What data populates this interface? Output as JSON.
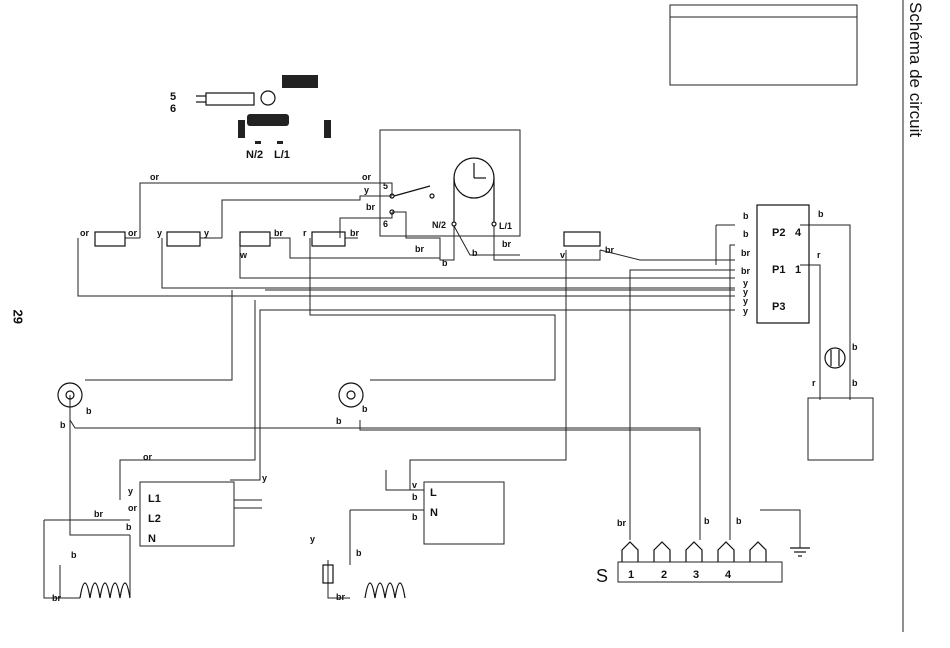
{
  "page": {
    "title": "Schéma de circuit",
    "page_number": "29"
  },
  "top_component": {
    "pin5": "5",
    "pin6": "6",
    "n2": "N/2",
    "l1": "L/1"
  },
  "timer": {
    "pin5": "5",
    "pin6": "6",
    "n2": "N/2",
    "l1": "L/1"
  },
  "wire_labels": {
    "or": "or",
    "y": "y",
    "br": "br",
    "b": "b",
    "w": "w",
    "r": "r",
    "v": "v"
  },
  "selector": {
    "p1": "P1",
    "p2": "P2",
    "p3": "P3",
    "n1": "1",
    "n4": "4"
  },
  "left_board": {
    "l1": "L1",
    "l2": "L2",
    "n": "N"
  },
  "right_board": {
    "l": "L",
    "n": "N"
  },
  "connector": {
    "s": "S",
    "pins": [
      "1",
      "2",
      "3",
      "4"
    ]
  }
}
